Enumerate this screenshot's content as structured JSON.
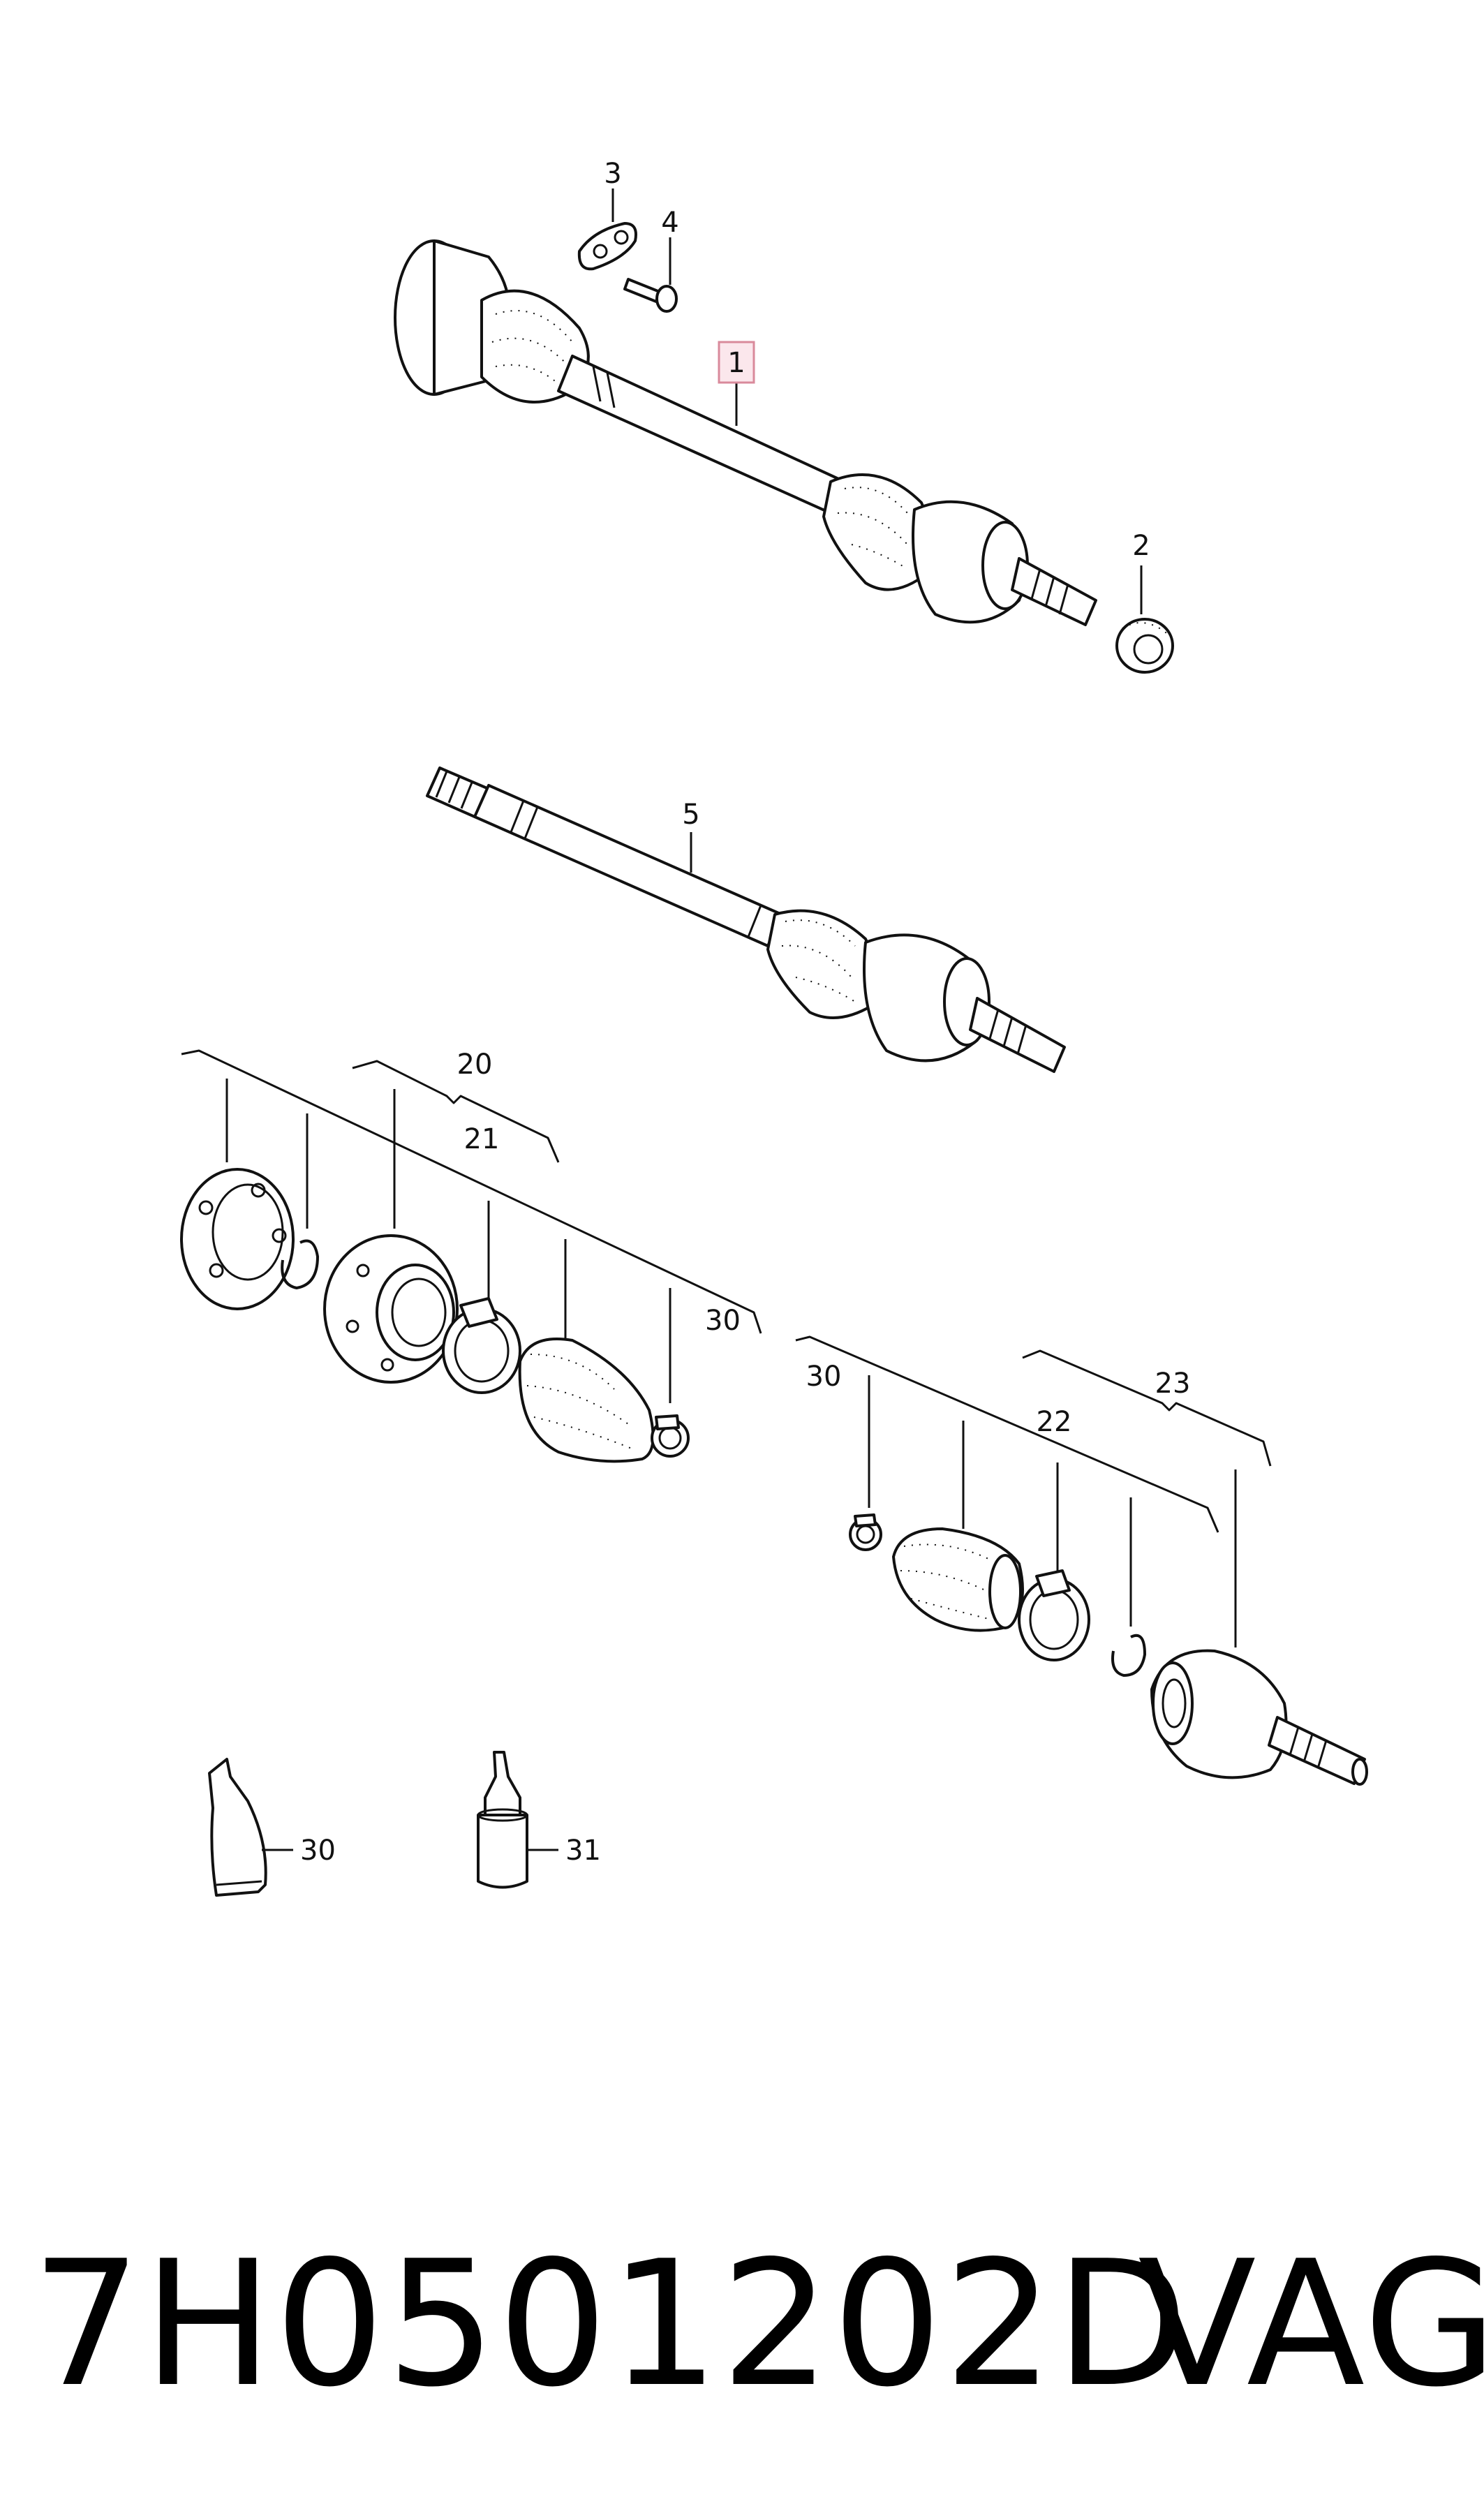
{
  "diagram": {
    "labels": {
      "c1": "1",
      "c2": "2",
      "c3": "3",
      "c4": "4",
      "c5": "5",
      "c20": "20",
      "c21": "21",
      "c22": "22",
      "c23": "23",
      "c30a": "30",
      "c30b": "30",
      "c30c": "30",
      "c31": "31"
    },
    "highlighted_callout": "1"
  },
  "footer": {
    "part_number": "7H0501202D",
    "brand": "VAG"
  }
}
